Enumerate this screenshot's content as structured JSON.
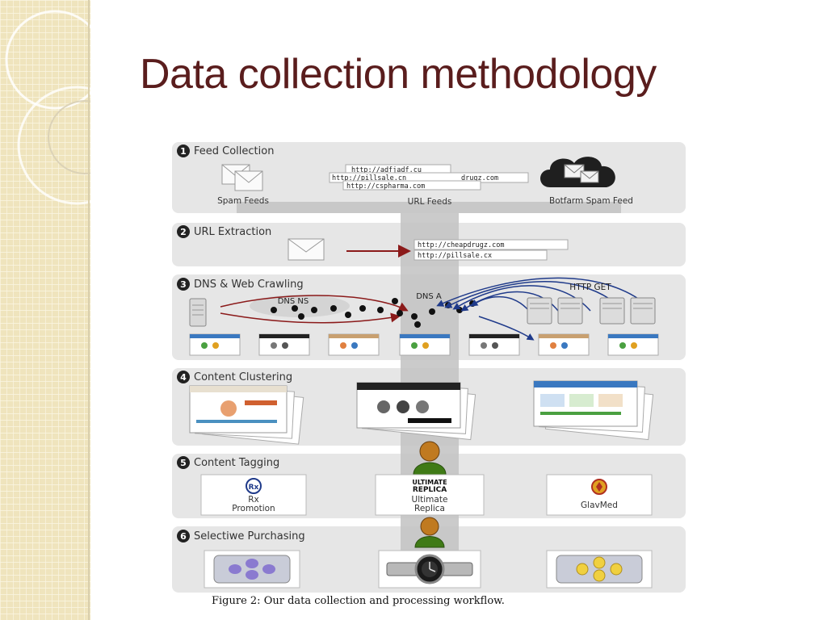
{
  "slide": {
    "title": "Data collection methodology",
    "caption": "Figure 2:   Our data collection and processing workflow."
  },
  "steps": [
    {
      "number": "1",
      "label": "Feed Collection"
    },
    {
      "number": "2",
      "label": "URL Extraction"
    },
    {
      "number": "3",
      "label": "DNS & Web Crawling"
    },
    {
      "number": "4",
      "label": "Content Clustering"
    },
    {
      "number": "5",
      "label": "Content Tagging"
    },
    {
      "number": "6",
      "label": "Selectiwe Purchasing"
    }
  ],
  "feed": {
    "spam_feeds": "Spam Feeds",
    "url_feeds": "URL Feeds",
    "botfarm": "Botfarm Spam Feed",
    "urls": [
      "http://adfjadf.cu",
      "http://pillsale.cn",
      "drugz.com",
      "http://cspharma.com"
    ]
  },
  "extraction": {
    "urls": [
      "http://cheapdrugz.com",
      "http://pillsale.cx"
    ]
  },
  "crawl": {
    "dns_ns": "DNS NS",
    "dns_a": "DNS A",
    "http_get": "HTTP GET"
  },
  "tagging": {
    "rx": "Rx",
    "rx_sub": "Promotion",
    "ultimate_logo_top": "ULTIMATE",
    "ultimate_logo_bottom": "REPLICA",
    "ultimate": "Ultimate",
    "ultimate_sub": "Replica",
    "glavmed": "GlavMed"
  },
  "colors": {
    "title": "#5a1d1d",
    "band": "#e6e6e6",
    "arrow_red": "#8b1a1a",
    "arrow_blue": "#1f3a8a",
    "person": "#3f7a16"
  }
}
